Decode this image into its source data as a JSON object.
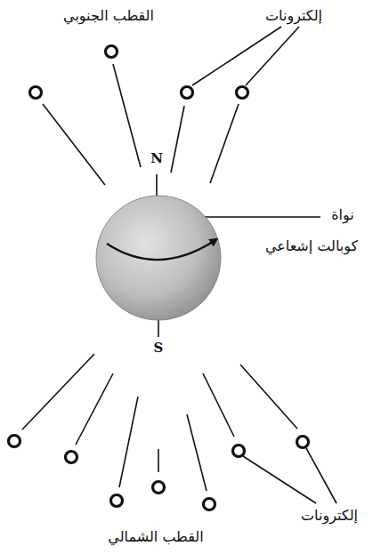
{
  "diagram": {
    "labels": [
      "القطب الجنوبي",
      "إلكترونات",
      "N",
      "نواة",
      "كوبالت إشعاعي",
      "S",
      "إلكترونات",
      "القطب الشمالي"
    ]
  }
}
